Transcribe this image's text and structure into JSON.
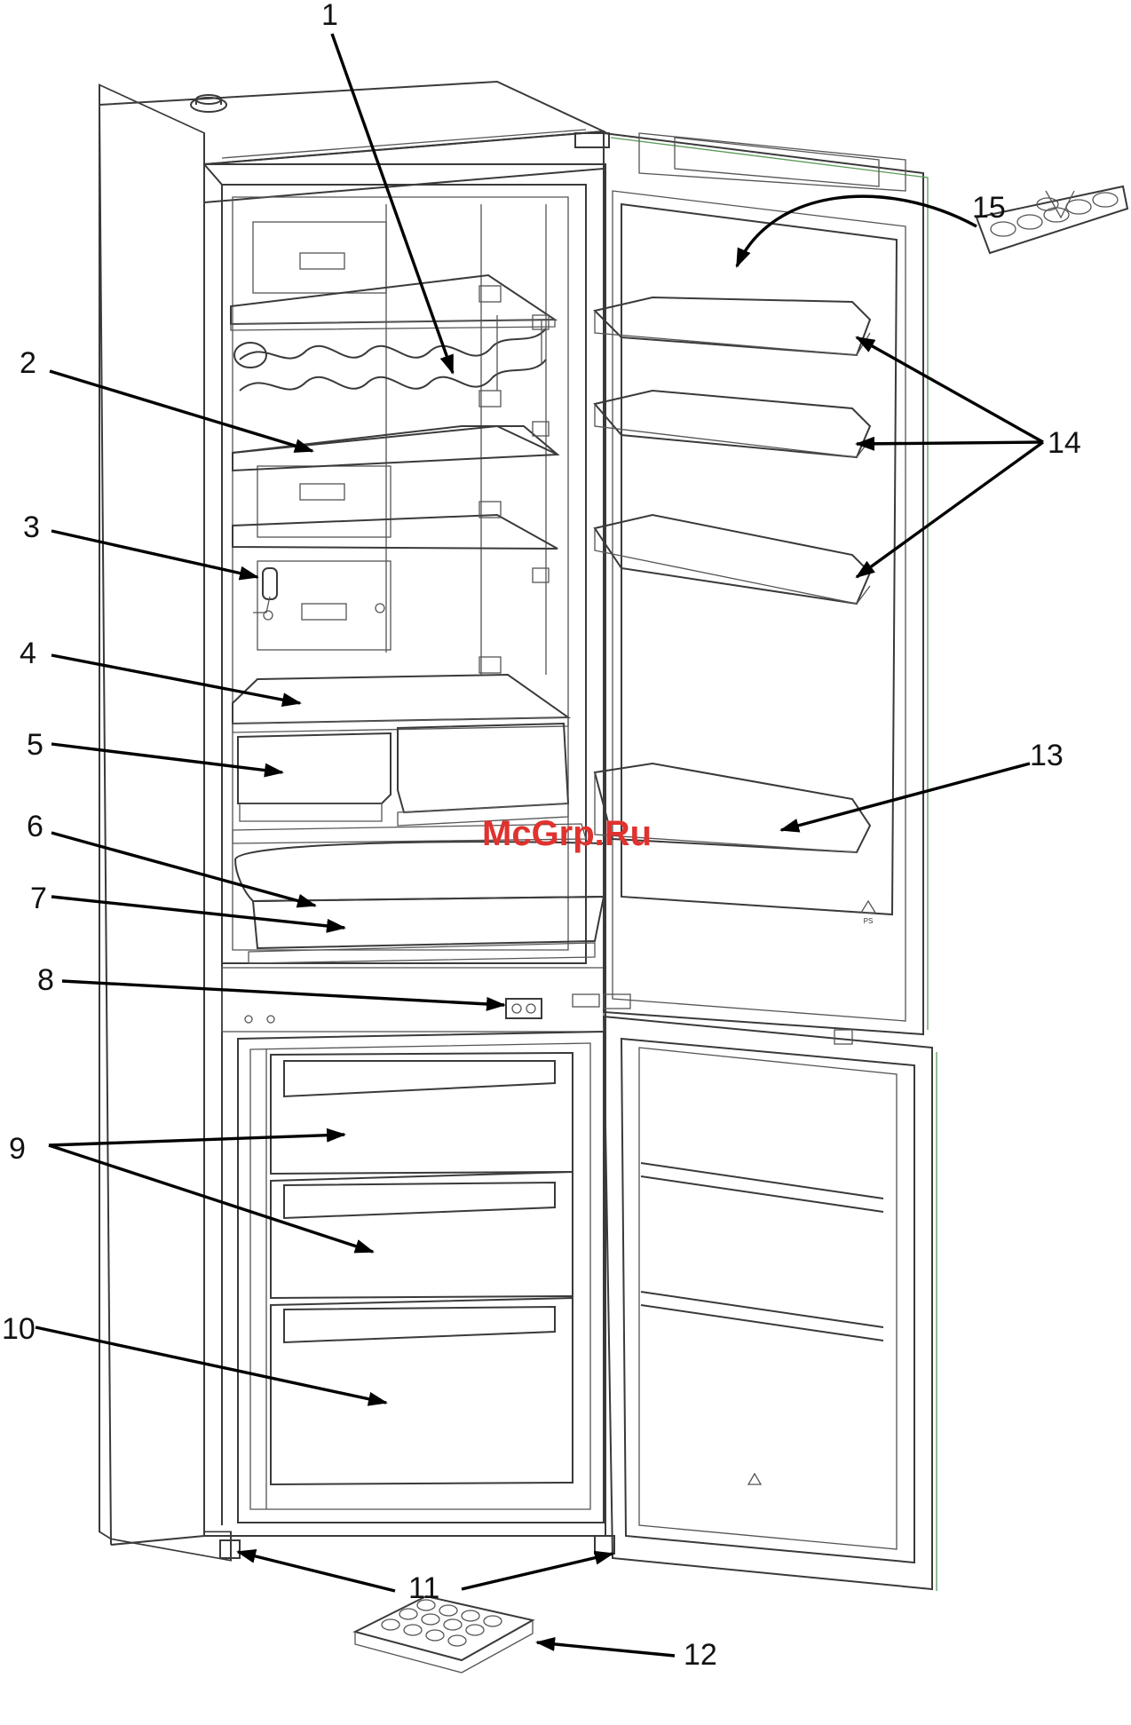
{
  "watermark": "McGrp.Ru",
  "colors": {
    "watermark": "#e0322e",
    "line": "#3a3a3a",
    "accent_green": "#5a9a5a"
  },
  "callouts": [
    {
      "label": "1"
    },
    {
      "label": "2"
    },
    {
      "label": "3"
    },
    {
      "label": "4"
    },
    {
      "label": "5"
    },
    {
      "label": "6"
    },
    {
      "label": "7"
    },
    {
      "label": "8"
    },
    {
      "label": "9"
    },
    {
      "label": "10"
    },
    {
      "label": "11"
    },
    {
      "label": "12"
    },
    {
      "label": "13"
    },
    {
      "label": "14"
    },
    {
      "label": "15"
    }
  ],
  "icons": {
    "recycle_mark": "recycle-triangle-icon"
  },
  "door_mark": "PS"
}
